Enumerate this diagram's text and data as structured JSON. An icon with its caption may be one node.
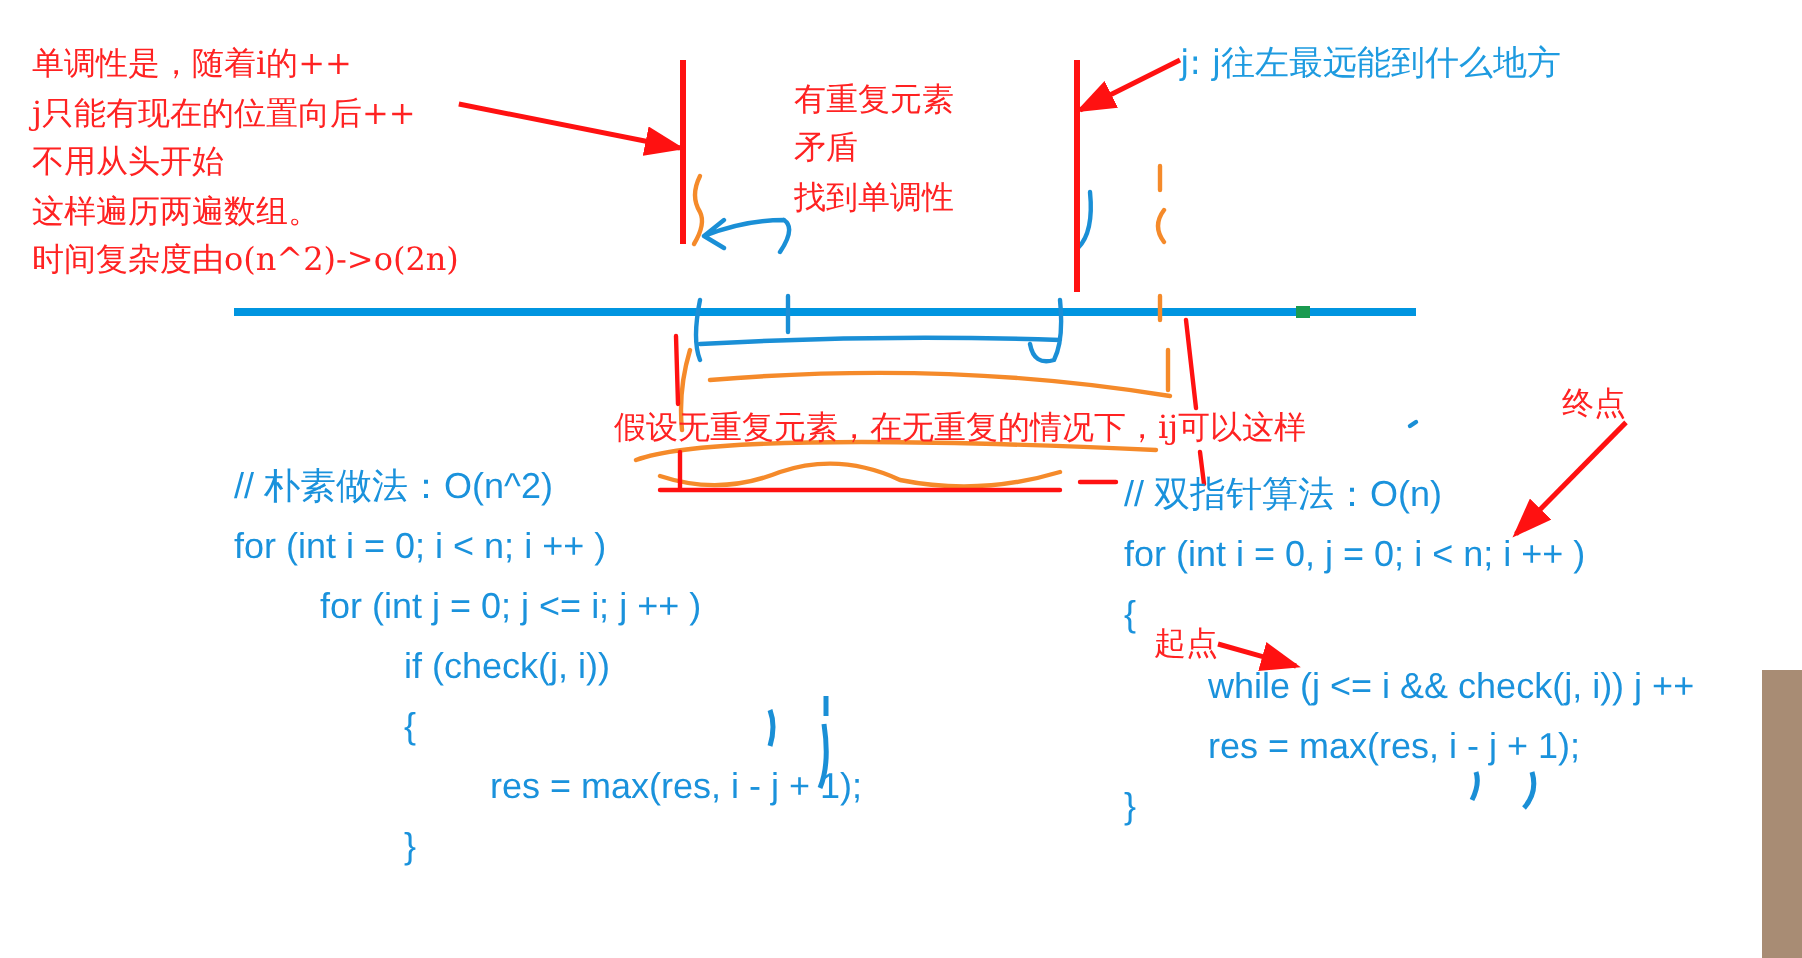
{
  "diagram": {
    "nodes": [
      {
        "text": [
          "单调性是，随着i的++",
          "j只能有现在的位置向后++",
          "不用从头开始",
          "这样遍历两遍数组。",
          "时间复杂度由o(n^2)->o(2n)"
        ]
      },
      {
        "text": [],
        "shape": "bar"
      },
      {
        "text": [
          "j: j往左最远能到什么地方"
        ]
      },
      {
        "text": [],
        "shape": "bar"
      },
      {
        "text": [
          "终点"
        ]
      },
      {
        "text": [
          "起点"
        ]
      },
      {
        "text": [
          "for (int i = 0, j = 0; i < n; i ++ )"
        ]
      },
      {
        "text": [
          "while (j <= i && check(j, i)) j ++"
        ]
      }
    ],
    "edges": [
      {
        "from": 0,
        "to": 1,
        "arrow": "to"
      },
      {
        "from": 2,
        "to": 3,
        "arrow": "to"
      },
      {
        "from": 4,
        "to": 6,
        "arrow": "to"
      },
      {
        "from": 5,
        "to": 7,
        "arrow": "to"
      }
    ],
    "labels": [
      "有重复元素",
      "矛盾",
      "找到单调性",
      "假设无重复元素，在无重复的情况下，ij可以这样",
      "// 朴素做法：O(n^2)",
      "for (int i = 0; i < n; i ++ )",
      "for (int j = 0; j <= i; j ++ )",
      "if (check(j, i))",
      "{",
      "res = max(res, i - j + 1);",
      "}",
      "// 双指针算法：O(n)",
      "{",
      "res = max(res, i - j + 1);",
      "}"
    ]
  }
}
